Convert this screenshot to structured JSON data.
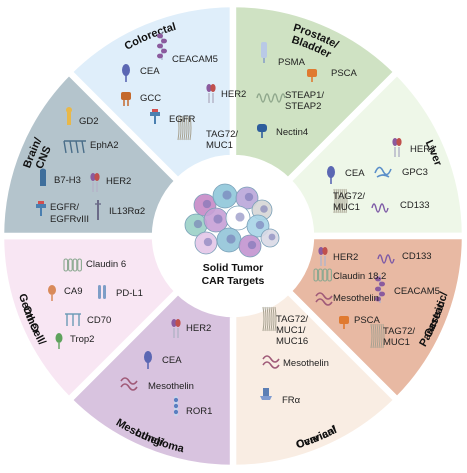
{
  "center": {
    "line1": "Solid Tumor",
    "line2": "CAR Targets"
  },
  "sectors": [
    {
      "key": "colorectal",
      "title_lines": [
        "Colorectal"
      ],
      "fill": "#dfeefa",
      "targets": [
        {
          "label": "CEA",
          "icon": "cea-icon"
        },
        {
          "label": "CEACAM5",
          "icon": "ceacam5-icon"
        },
        {
          "label": "GCC",
          "icon": "gcc-icon"
        },
        {
          "label": "HER2",
          "icon": "her2-icon"
        },
        {
          "label": "EGFR",
          "icon": "egfr-icon"
        },
        {
          "label": "TAG72/",
          "icon": "tag72-muc1-icon"
        },
        {
          "label": "MUC1",
          "icon": ""
        }
      ]
    },
    {
      "key": "prostate",
      "title_lines": [
        "Prostate/",
        "Bladder"
      ],
      "fill": "#cfe2c3",
      "targets": [
        {
          "label": "PSMA",
          "icon": "psma-icon"
        },
        {
          "label": "PSCA",
          "icon": "psca-icon"
        },
        {
          "label": "STEAP1/",
          "icon": "steap-icon"
        },
        {
          "label": "STEAP2",
          "icon": ""
        },
        {
          "label": "Nectin4",
          "icon": "nectin4-icon"
        }
      ]
    },
    {
      "key": "liver",
      "title_lines": [
        "Liver"
      ],
      "fill": "#eef7e8",
      "targets": [
        {
          "label": "HER2",
          "icon": "her2-icon"
        },
        {
          "label": "CEA",
          "icon": "cea-icon"
        },
        {
          "label": "GPC3",
          "icon": "gpc3-icon"
        },
        {
          "label": "TAG72/",
          "icon": "tag72-muc1-icon"
        },
        {
          "label": "MUC1",
          "icon": ""
        },
        {
          "label": "CD133",
          "icon": "cd133-icon"
        }
      ]
    },
    {
      "key": "pancreatic",
      "title_lines": [
        "Pancreatic/",
        "Gastric"
      ],
      "fill": "#e8b9a3",
      "targets": [
        {
          "label": "HER2",
          "icon": "her2-icon"
        },
        {
          "label": "CD133",
          "icon": "cd133-icon"
        },
        {
          "label": "Claudin 18.2",
          "icon": "claudin-icon"
        },
        {
          "label": "CEACAM5",
          "icon": "ceacam5-icon"
        },
        {
          "label": "Mesothelin",
          "icon": "mesothelin-icon"
        },
        {
          "label": "PSCA",
          "icon": "psca-icon"
        },
        {
          "label": "TAG72/",
          "icon": "tag72-muc1-icon"
        },
        {
          "label": "MUC1",
          "icon": ""
        }
      ]
    },
    {
      "key": "ovarian",
      "title_lines": [
        "Ovarian/",
        "Cervical"
      ],
      "fill": "#f9ede3",
      "targets": [
        {
          "label": "TAG72/",
          "icon": "tag72-muc1-icon"
        },
        {
          "label": "MUC1/",
          "icon": ""
        },
        {
          "label": "MUC16",
          "icon": ""
        },
        {
          "label": "Mesothelin",
          "icon": "mesothelin-icon"
        },
        {
          "label": "FRα",
          "icon": "fr-alpha-icon"
        }
      ]
    },
    {
      "key": "lung",
      "title_lines": [
        "Lung/",
        "Mesothelioma"
      ],
      "fill": "#d8c3df",
      "targets": [
        {
          "label": "HER2",
          "icon": "her2-icon"
        },
        {
          "label": "CEA",
          "icon": "cea-icon"
        },
        {
          "label": "Mesothelin",
          "icon": "mesothelin-icon"
        },
        {
          "label": "ROR1",
          "icon": "ror1-icon"
        }
      ]
    },
    {
      "key": "germ",
      "title_lines": [
        "Germ Cell/",
        "Other"
      ],
      "fill": "#f8e6f3",
      "targets": [
        {
          "label": "Claudin 6",
          "icon": "claudin-icon"
        },
        {
          "label": "CA9",
          "icon": "ca9-icon"
        },
        {
          "label": "PD-L1",
          "icon": "pdl1-icon"
        },
        {
          "label": "CD70",
          "icon": "cd70-icon"
        },
        {
          "label": "Trop2",
          "icon": "trop2-icon"
        }
      ]
    },
    {
      "key": "brain",
      "title_lines": [
        "Brain/",
        "CNS"
      ],
      "fill": "#b4c4cc",
      "targets": [
        {
          "label": "GD2",
          "icon": "gd2-icon"
        },
        {
          "label": "EphA2",
          "icon": "epha2-icon"
        },
        {
          "label": "B7-H3",
          "icon": "b7h3-icon"
        },
        {
          "label": "HER2",
          "icon": "her2-icon"
        },
        {
          "label": "EGFR/",
          "icon": "egfr-icon"
        },
        {
          "label": "EGFRvIII",
          "icon": ""
        },
        {
          "label": "IL13Rα2",
          "icon": "il13ra2-icon"
        }
      ]
    }
  ],
  "colors": {
    "cea": "#5b67b3",
    "gcc": "#c4692c",
    "egfr": "#4a7fb0",
    "her2": "#8b5a9e",
    "psca": "#e07a30",
    "nectin": "#2d5d9c",
    "green": "#5ea25c",
    "mesothelin": "#a05a78"
  }
}
